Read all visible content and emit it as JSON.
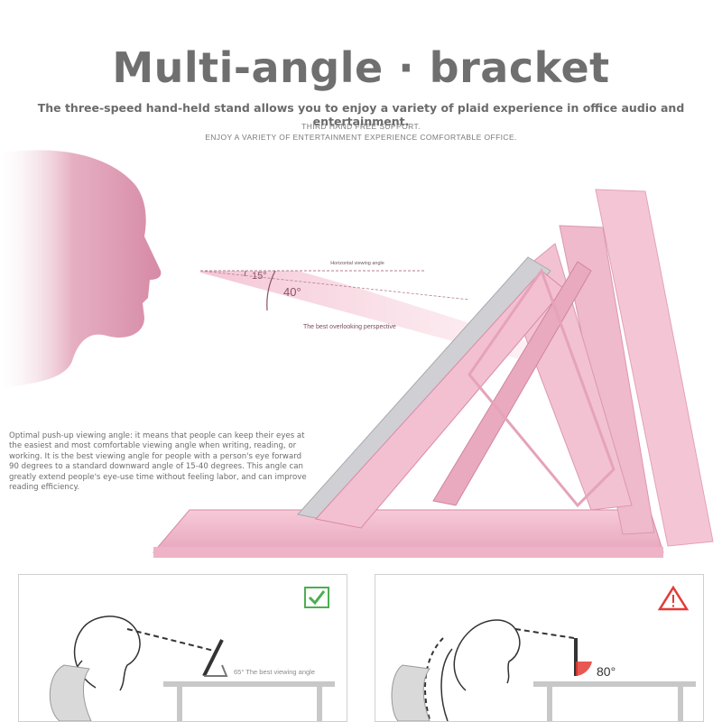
{
  "header": {
    "title": "Multi-angle · bracket",
    "subtitle": "The three-speed hand-held stand allows you to enjoy a variety of plaid experience in office audio and entertainment.",
    "caption_line1": "THIRD HAND FREE SUPPORT.",
    "caption_line2": "ENJOY A VARIETY OF ENTERTAINMENT EXPERIENCE COMFORTABLE OFFICE."
  },
  "diagram": {
    "horizontal_label": "Horizontal viewing angle",
    "angle_small": "15°",
    "angle_large": "40°",
    "overlook_label": "The best overlooking perspective",
    "description": "Optimal push-up viewing angle: it means that people can keep their eyes at the easiest and most comfortable viewing angle when writing, reading, or working. It is the best viewing angle for people with a person's eye forward 90 degrees to a standard downward angle of 15-40 degrees. This angle can greatly extend people's eye-use time without feeling labor, and can improve reading efficiency."
  },
  "panels": {
    "good": {
      "angle_text": "65°   The best viewing angle",
      "icon": "check-icon",
      "color": "#4caf50"
    },
    "bad": {
      "angle_text": "80°",
      "icon": "warning-icon",
      "color": "#e53935"
    }
  },
  "colors": {
    "pink_light": "#f6cbd8",
    "pink_mid": "#eeaec3",
    "pink_dark": "#d98aa6",
    "face": "#e3a9bd"
  }
}
